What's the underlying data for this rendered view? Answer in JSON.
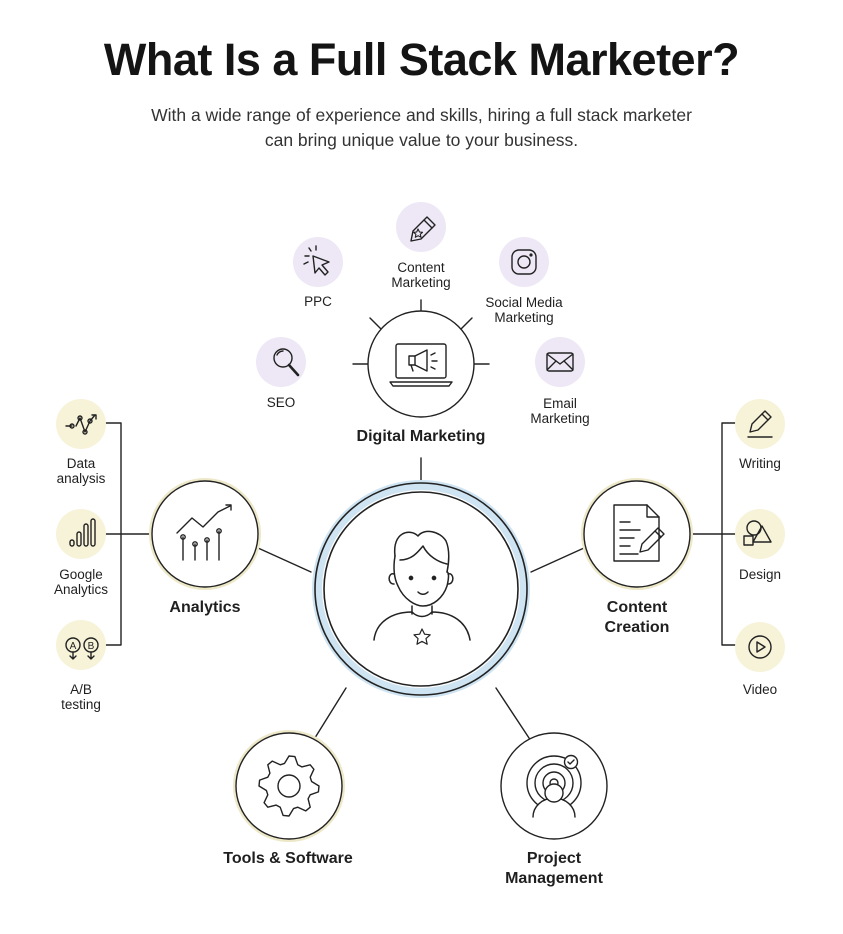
{
  "header": {
    "title": "What Is a Full Stack Marketer?",
    "subtitle_line1": "With a wide range of experience and skills, hiring a full stack marketer",
    "subtitle_line2": "can bring unique value to your business."
  },
  "colors": {
    "purple_accent": "#EEE8F6",
    "yellow_accent": "#F7F3D8",
    "center_halo": "#CFE4F2",
    "line": "#222222"
  },
  "hubs": {
    "digital_marketing": {
      "label": "Digital Marketing",
      "icon": "laptop-megaphone-icon"
    },
    "analytics": {
      "label": "Analytics",
      "icon": "analytics-chart-icon"
    },
    "content_creation": {
      "line1": "Content",
      "line2": "Creation",
      "icon": "document-pen-icon"
    },
    "tools_software": {
      "label": "Tools & Software",
      "icon": "gear-icon"
    },
    "project_management": {
      "line1": "Project",
      "line2": "Management",
      "icon": "target-person-icon"
    },
    "center": {
      "icon": "marketer-avatar-icon"
    }
  },
  "digital_items": {
    "seo": {
      "label": "SEO",
      "icon": "magnifier-icon"
    },
    "ppc": {
      "label": "PPC",
      "icon": "cursor-click-icon"
    },
    "content_marketing": {
      "line1": "Content",
      "line2": "Marketing",
      "icon": "pen-icon"
    },
    "social_media": {
      "line1": "Social Media",
      "line2": "Marketing",
      "icon": "instagram-icon"
    },
    "email": {
      "line1": "Email",
      "line2": "Marketing",
      "icon": "envelope-icon"
    }
  },
  "analytics_items": {
    "data_analysis": {
      "line1": "Data",
      "line2": "analysis",
      "icon": "trend-line-icon"
    },
    "google_analytics": {
      "line1": "Google",
      "line2": "Analytics",
      "icon": "bar-chart-icon"
    },
    "ab_testing": {
      "line1": "A/B",
      "line2": "testing",
      "icon": "ab-test-icon"
    }
  },
  "content_items": {
    "writing": {
      "label": "Writing",
      "icon": "pencil-icon"
    },
    "design": {
      "label": "Design",
      "icon": "shapes-icon"
    },
    "video": {
      "label": "Video",
      "icon": "play-icon"
    }
  },
  "icon_glyphs": {
    "ab_a": "A",
    "ab_b": "B"
  }
}
